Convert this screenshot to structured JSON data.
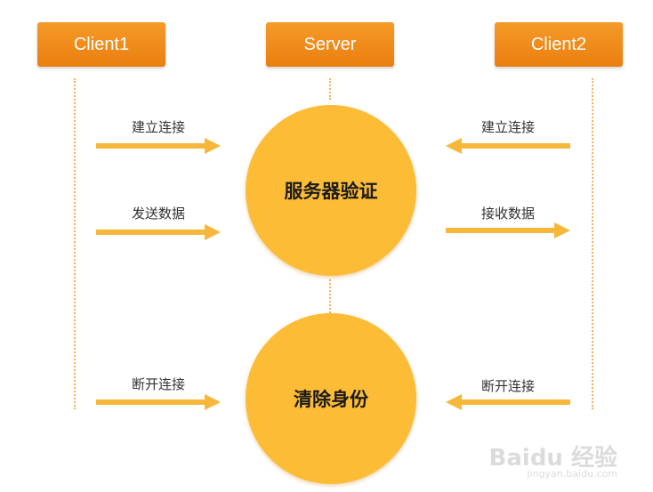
{
  "actors": {
    "client1": "Client1",
    "server": "Server",
    "client2": "Client2"
  },
  "processes": {
    "verify": "服务器验证",
    "clear": "清除身份"
  },
  "messages": {
    "client1_connect": "建立连接",
    "client1_send": "发送数据",
    "client1_disconnect": "断开连接",
    "client2_connect": "建立连接",
    "client2_receive": "接收数据",
    "client2_disconnect": "断开连接"
  },
  "watermark": {
    "logo": "Baidu 经验",
    "url": "jingyan.baidu.com"
  },
  "colors": {
    "actor_box": "#ed8a16",
    "circle": "#fdbc36",
    "arrow": "#f6b73a",
    "lifeline": "#f3b15a"
  }
}
